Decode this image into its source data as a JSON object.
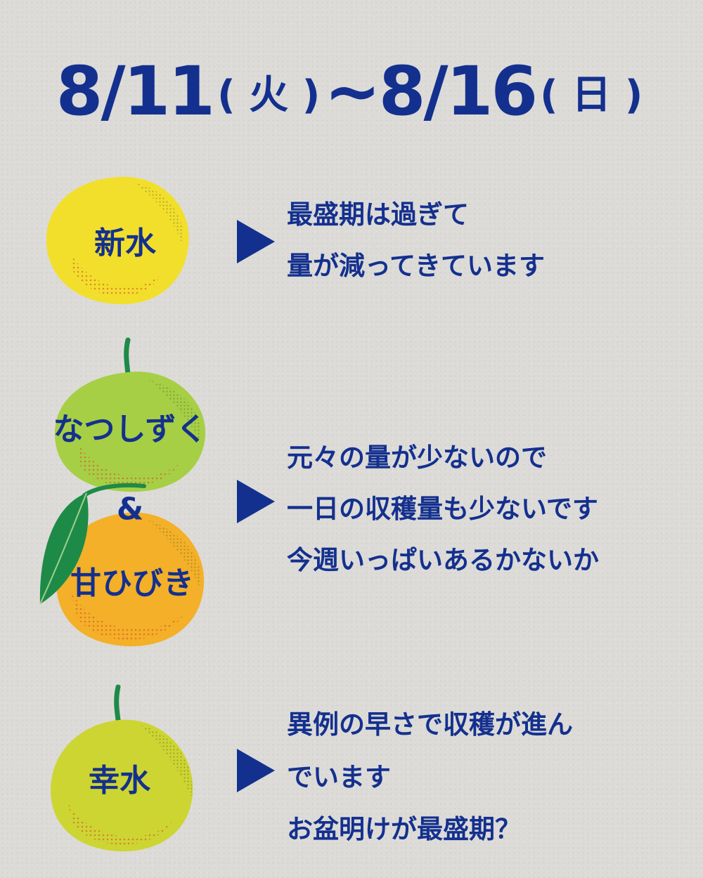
{
  "title": {
    "start_date": "8/11",
    "start_day": "( 火 )",
    "separator": "~",
    "end_date": "8/16",
    "end_day": "( 日 )"
  },
  "varieties": [
    {
      "name": "新水",
      "lines": [
        "最盛期は過ぎて",
        "量が減ってきています"
      ]
    },
    {
      "name": "なつしずく",
      "connector": "&",
      "name2": "甘ひびき",
      "lines": [
        "元々の量が少ないので",
        "一日の収穫量も少ないです",
        "今週いっぱいあるかないか"
      ]
    },
    {
      "name": "幸水",
      "lines": [
        "異例の早さで収穫が進ん",
        "でいます",
        "お盆明けが最盛期？"
      ]
    }
  ],
  "colors": {
    "text": "#14308e",
    "background": "#dcdbd8",
    "pear_yellow": "#f2df2c",
    "pear_green": "#a6cf45",
    "pear_orange": "#f3b028",
    "leaf": "#1e8a48"
  },
  "icons": [
    "arrow-right-triangle-icon",
    "pear-icon",
    "leaf-icon"
  ]
}
